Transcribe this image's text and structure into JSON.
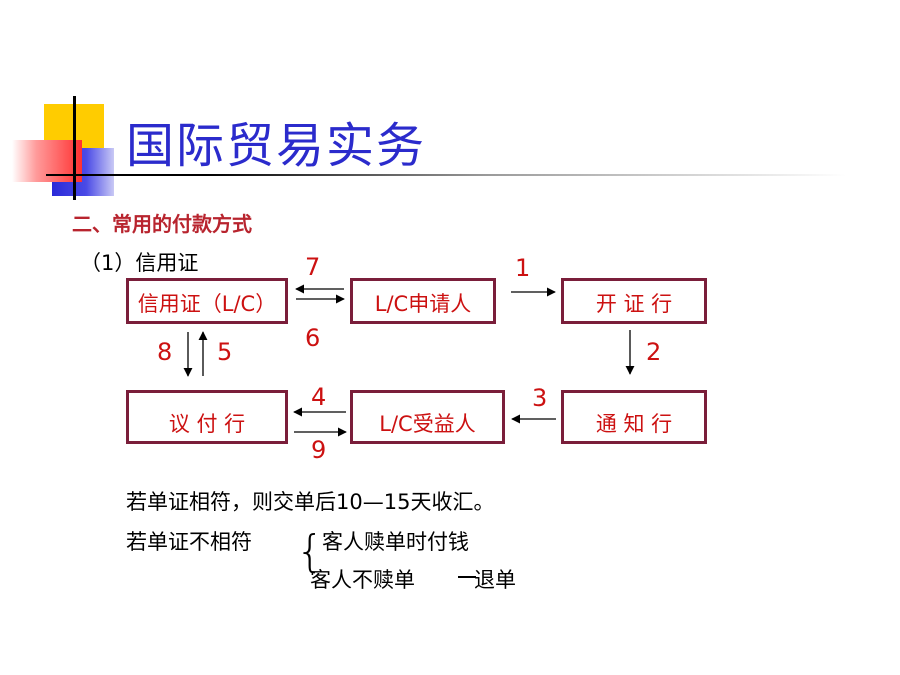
{
  "slide": {
    "title": "国际贸易实务",
    "subtitle": "二、常用的付款方式",
    "item": "（1）信用证"
  },
  "boxes": {
    "lc": "信用证（L/C）",
    "applicant": "L/C申请人",
    "issuing_bank": "开 证 行",
    "negotiating_bank": "议 付 行",
    "beneficiary": "L/C受益人",
    "advising_bank": "通 知 行"
  },
  "steps": {
    "s1": "1",
    "s2": "2",
    "s3": "3",
    "s4": "4",
    "s5": "5",
    "s6": "6",
    "s7": "7",
    "s8": "8",
    "s9": "9"
  },
  "notes": {
    "match": "若单证相符，则交单后10—15天收汇。",
    "mismatch": "若单证不相符",
    "option1": "客人赎单时付钱",
    "option2": "客人不赎单",
    "option2_result": "退单"
  },
  "colors": {
    "title": "#2b2bcc",
    "subtitle": "#b8242e",
    "box_border": "#7a1e3a",
    "box_text": "#cc1111"
  }
}
